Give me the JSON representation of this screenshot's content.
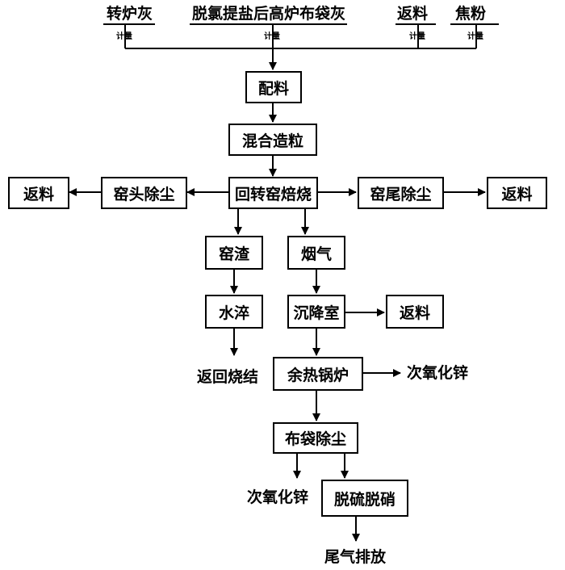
{
  "inputs": {
    "converter_ash": "转炉灰",
    "bag_ash": "脱氯提盐后高炉布袋灰",
    "return_material": "返料",
    "coke_powder": "焦粉"
  },
  "meter_label": "计量",
  "nodes": {
    "batching": "配料",
    "mixing_granulation": "混合造粒",
    "rotary_kiln": "回转窑焙烧",
    "kiln_head_dust": "窑头除尘",
    "kiln_tail_dust": "窑尾除尘",
    "return_left": "返料",
    "return_right": "返料",
    "kiln_slag": "窑渣",
    "flue_gas": "烟气",
    "water_quench": "水淬",
    "settling_chamber": "沉降室",
    "return_settling": "返料",
    "return_sintering": "返回烧结",
    "waste_heat_boiler": "余热锅炉",
    "zinc_oxide_boiler": "次氧化锌",
    "bag_dust": "布袋除尘",
    "zinc_oxide_bag": "次氧化锌",
    "desulf_denitr": "脱硫脱硝",
    "exhaust": "尾气排放"
  }
}
